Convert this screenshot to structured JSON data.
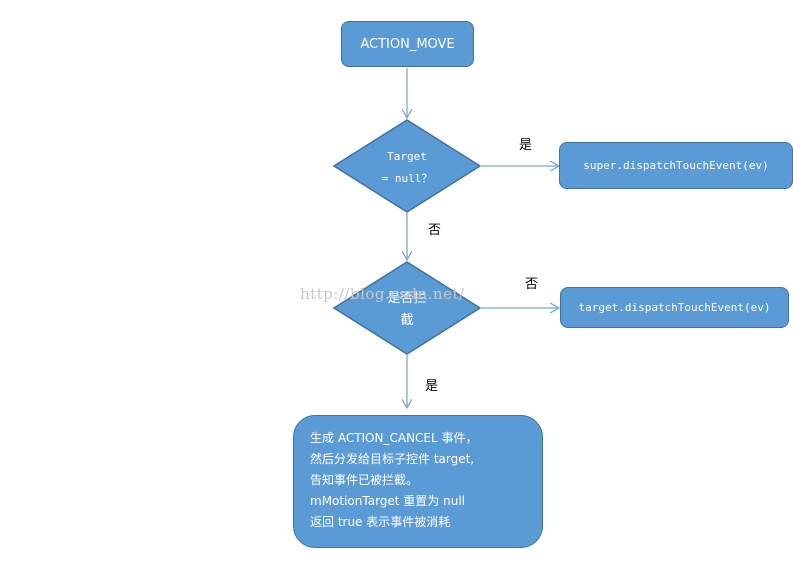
{
  "nodes": {
    "start": "ACTION_MOVE",
    "decision1": [
      "Target",
      "= null？"
    ],
    "decision2": [
      "是否拦",
      "截"
    ],
    "action_super": "super.dispatchTouchEvent(ev)",
    "action_target": "target.dispatchTouchEvent(ev)",
    "final_lines": [
      "生成 ACTION_CANCEL 事件，",
      "然后分发给目标子控件 target,",
      "告知事件已被拦截。",
      "mMotionTarget 重置为 null",
      "返回 true 表示事件被消耗"
    ]
  },
  "edge_labels": {
    "d1_yes": "是",
    "d1_no": "否",
    "d2_no": "否",
    "d2_yes": "是"
  },
  "watermark": "http://blog.csdn.net/",
  "colors": {
    "fill": "#5b9bd5",
    "stroke": "#41719c",
    "connector": "#7fa7cf"
  }
}
